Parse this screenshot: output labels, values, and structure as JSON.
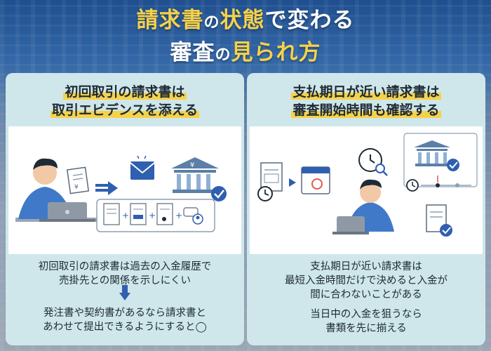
{
  "title": {
    "line1_a": "請求書",
    "line1_b": "の",
    "line1_c": "状態",
    "line1_d": "で変わる",
    "line2_a": "審査",
    "line2_b": "の",
    "line2_c": "見られ方"
  },
  "left_panel": {
    "heading_line1": "初回取引の請求書は",
    "heading_line2": "取引エビデンスを添える",
    "text1_line1": "初回取引の請求書は過去の入金履歴で",
    "text1_line2": "売掛先との関係を示しにくい",
    "text2_line1": "発注書や契約書があるなら請求書と",
    "text2_line2": "あわせて提出できるようにすると◯",
    "icons": [
      "person-laptop-icon",
      "invoice-icon",
      "envelope-icon",
      "bank-icon",
      "check-icon",
      "document-set-icon"
    ]
  },
  "right_panel": {
    "heading_line1": "支払期日が近い請求書は",
    "heading_line2": "審査開始時間も確認する",
    "text1_line1": "支払期日が近い請求書は",
    "text1_line2": "最短入金時間だけで決めると入金が",
    "text1_line3": "間に合わないことがある",
    "text2_line1": "当日中の入金を狙うなら",
    "text2_line2": "書類を先に揃える",
    "icons": [
      "invoice-icon",
      "clock-icon",
      "calendar-icon",
      "thinking-person-icon",
      "bank-icon",
      "timeline-icon",
      "document-check-icon"
    ]
  },
  "colors": {
    "accent_yellow": "#f6d24a",
    "panel_bg": "#cfe7ea",
    "blue": "#2f5fb0",
    "title_blue": "#1f4f8f"
  }
}
